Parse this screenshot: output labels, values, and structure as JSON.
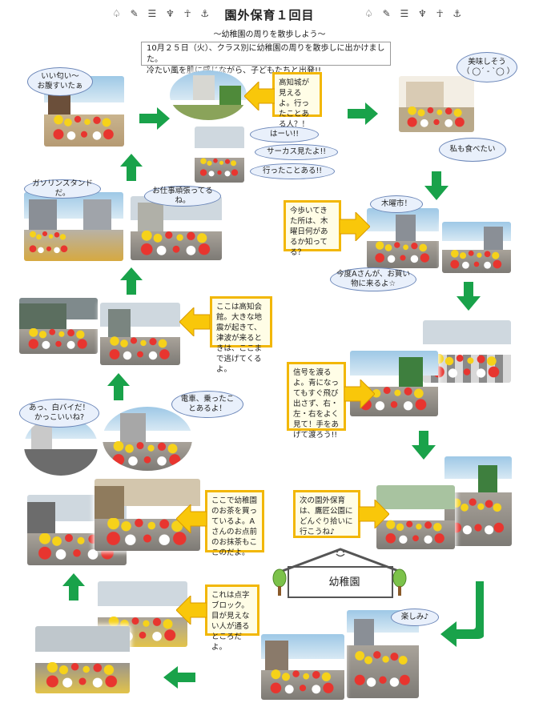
{
  "header": {
    "title": "園外保育１回目",
    "subtitle": "〜幼稚園の周りを散歩しよう〜",
    "deco_left": "♤ ✎ ☰ ♆ ☥ ⚓",
    "deco_right": "♤ ✎ ☰ ♆ ☥ ⚓"
  },
  "intro": {
    "line1": "10月２５日（火）、クラス別に幼稚園の周りを散歩しに出かけました。",
    "line2": "冷たい風を肌に感じながら、子どもたちと出発!!"
  },
  "callouts": {
    "kochi_castle": "高知城が見えるよ。行ったことある人？！",
    "thursday_market": "今歩いてきた所は、木曜日何があるか知ってる？",
    "kochi_kaikan": "ここは高知会館。大きな地震が起きて、津波が来るときは、ここまで逃げてくるよ。",
    "crossing": "信号を渡るよ。青になってもすぐ飛び出さず、右・左・右をよく見て！手をあげて渡ろう!!",
    "tea_shop": "ここで幼稚園のお茶を買っているよ。Aさんのお点前のお抹茶もここのだよ。",
    "next_trip": "次の園外保育は、鷹匠公園にどんぐり拾いに行こうね♪",
    "tactile_block": "これは点字ブロック。目が見えない人が通るところだよ。"
  },
  "bubbles": {
    "smell": "いい匂い〜\nお腹すいたぁ",
    "tasty": "美味しそう\n（ ◯´ - `◯ ）",
    "me_too": "私も食べたい",
    "haai": "はーい!!",
    "circus": "サーカス見たよ!!",
    "been_there": "行ったことある!!",
    "gas_station": "ガソリンスタンドだ。",
    "working_hard": "お仕事頑張ってるね。",
    "thursday": "木曜市！",
    "shopping": "今度Aさんが、お買い物に来るよ☆",
    "white_bike": "あっ、白バイだ！\nかっこいいね?",
    "tram": "電車、乗ったこ\nとあるよ！",
    "fun": "楽しみ♪"
  },
  "house": {
    "label": "幼稚園"
  },
  "colors": {
    "arrow_green": "#19a24a",
    "callout_border": "#f2b705",
    "callout_arrow": "#f9c70a",
    "bubble_fill": "#e9f0fb",
    "bubble_border": "#6b86b8",
    "hat_yellow": "#f6d21a",
    "hat_red": "#e8352f"
  },
  "icons": {
    "flow_arrow": "green-arrow-icon",
    "tree": "tree-icon",
    "house": "house-icon"
  }
}
